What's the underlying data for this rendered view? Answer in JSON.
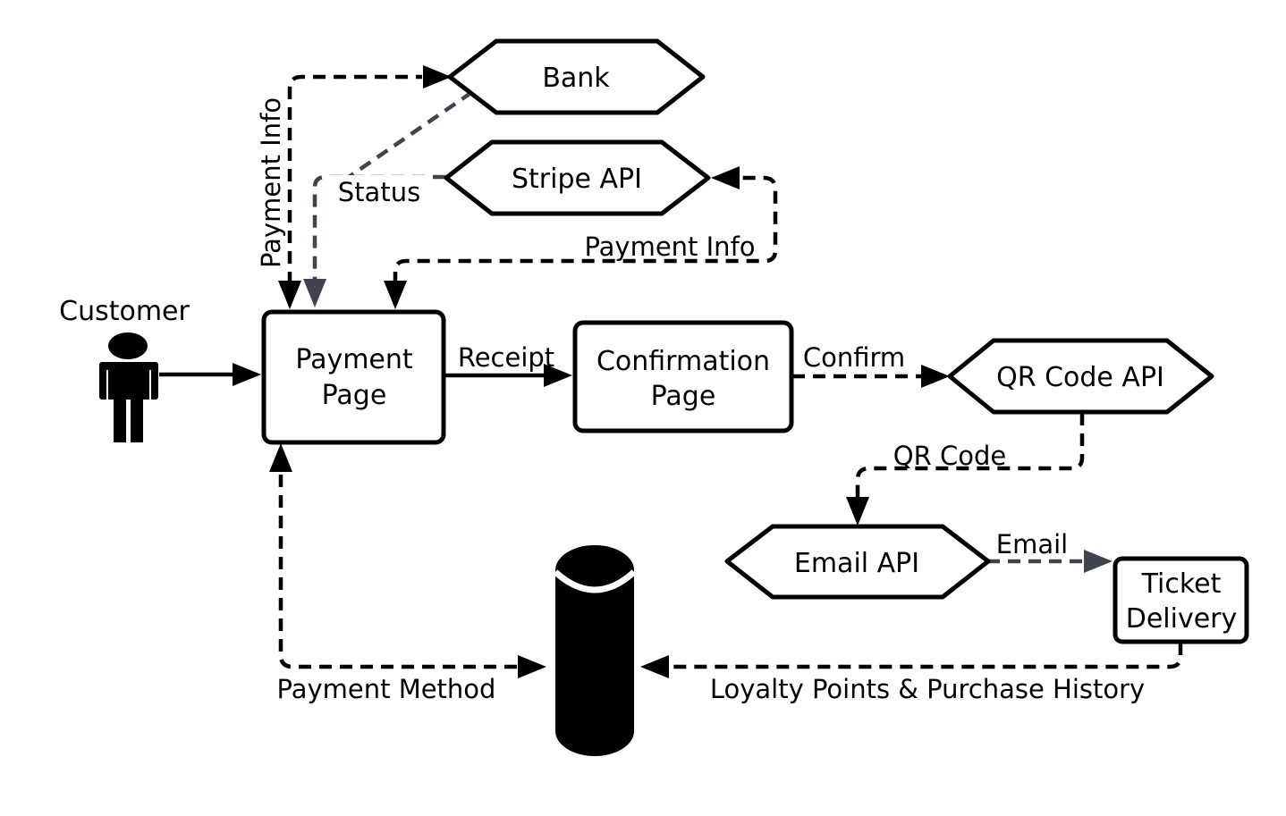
{
  "colors": {
    "line": "#000000",
    "grey_line": "#3d4450",
    "background": "#ffffff"
  },
  "nodes": {
    "customer": {
      "label": "Customer",
      "icon": "person-icon"
    },
    "payment_page": {
      "lines": [
        "Payment",
        "Page"
      ]
    },
    "confirmation_page": {
      "lines": [
        "Confirmation",
        "Page"
      ]
    },
    "bank": {
      "label": "Bank"
    },
    "stripe_api": {
      "label": "Stripe API"
    },
    "qr_code_api": {
      "label": "QR Code API"
    },
    "email_api": {
      "label": "Email API"
    },
    "ticket_delivery": {
      "lines": [
        "Ticket",
        "Delivery"
      ]
    },
    "database": {
      "icon": "database-icon"
    }
  },
  "edges": {
    "payment_info_bank": "Payment Info",
    "status": "Status",
    "payment_info_stripe": "Payment Info",
    "receipt": "Receipt",
    "confirm": "Confirm",
    "qr_code": "QR Code",
    "email": "Email",
    "payment_method": "Payment Method",
    "loyalty": "Loyalty Points & Purchase History"
  }
}
